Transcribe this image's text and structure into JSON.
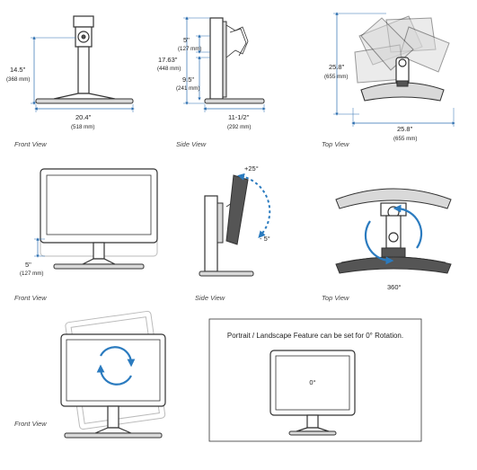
{
  "colors": {
    "dimension_line": "#2d6fb0",
    "rotation_arrow": "#2b7bbf",
    "line": "#333333"
  },
  "front_view_top": {
    "caption": "Front View",
    "height_in": "14.5\"",
    "height_mm": "(368 mm)",
    "width_in": "20.4\"",
    "width_mm": "(518 mm)"
  },
  "side_view_top": {
    "caption": "Side View",
    "total_in": "17.63\"",
    "total_mm": "(448 mm)",
    "adjust_in": "5\"",
    "adjust_mm": "(127 mm)",
    "min_in": "9.5\"",
    "min_mm": "(241 mm)",
    "depth_in": "11-1/2\"",
    "depth_mm": "(292 mm)"
  },
  "top_view_top": {
    "caption": "Top View",
    "depth_in": "25.8\"",
    "depth_mm": "(655 mm)",
    "width_in": "25.8\"",
    "width_mm": "(655 mm)"
  },
  "front_view_mid": {
    "caption": "Front View",
    "lift_in": "5\"",
    "lift_mm": "(127 mm)"
  },
  "side_view_mid": {
    "caption": "Side View",
    "tilt_up": "+25°",
    "tilt_down": "- 5°"
  },
  "top_view_mid": {
    "caption": "Top View",
    "swivel": "360°"
  },
  "front_view_bottom": {
    "caption": "Front View",
    "rotation_icon": "rotate-arrows-icon"
  },
  "portrait_box": {
    "note": "Portrait / Landscape Feature can be set for 0° Rotation.",
    "angle": "0°"
  }
}
